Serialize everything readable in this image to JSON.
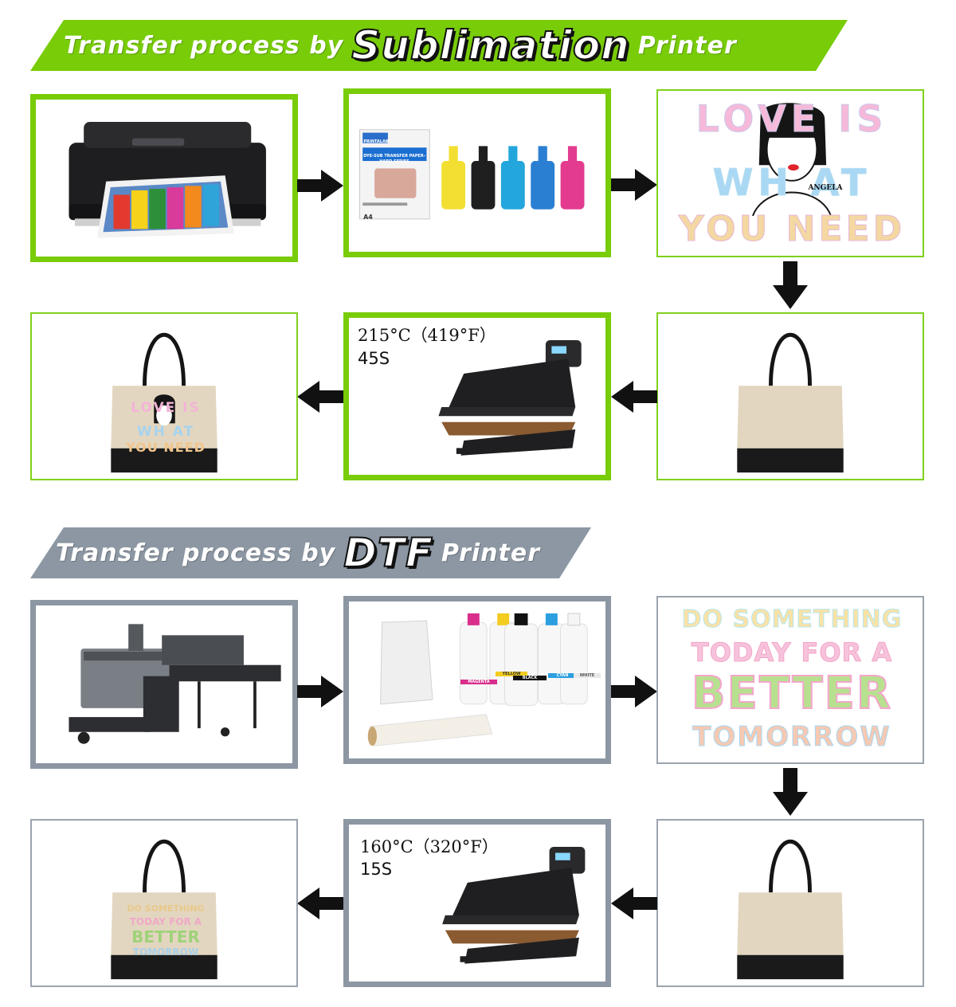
{
  "sublimation": {
    "banner_prefix": "Transfer process by",
    "banner_highlight": "Sublimation",
    "banner_suffix": "Printer",
    "accent_color": "#78cc08",
    "design_text": [
      "LOVE IS",
      "WH   AT",
      "YOU NEED"
    ],
    "figure_label": "ANGELA",
    "press_temperature": "215°C（419°F）",
    "press_time": "45S",
    "paper_brand": "PRINTALAB",
    "paper_title": "DYE-SUB TRANSFER PAPER-HARD SERIES",
    "paper_size": "A4"
  },
  "dtf": {
    "banner_prefix": "Transfer process by",
    "banner_highlight": "DTF",
    "banner_suffix": "Printer",
    "accent_color": "#8c97a3",
    "design_text": [
      "DO SOMETHING",
      "TODAY FOR A",
      "BETTER",
      "TOMORROW"
    ],
    "press_temperature": "160°C（320°F）",
    "press_time": "15S",
    "ink_labels": [
      "MAGENTA",
      "YELLOW",
      "BLACK",
      "CYAN",
      "WHITE"
    ]
  },
  "icons": [
    "arrow-right-icon",
    "arrow-down-icon",
    "arrow-left-icon"
  ]
}
